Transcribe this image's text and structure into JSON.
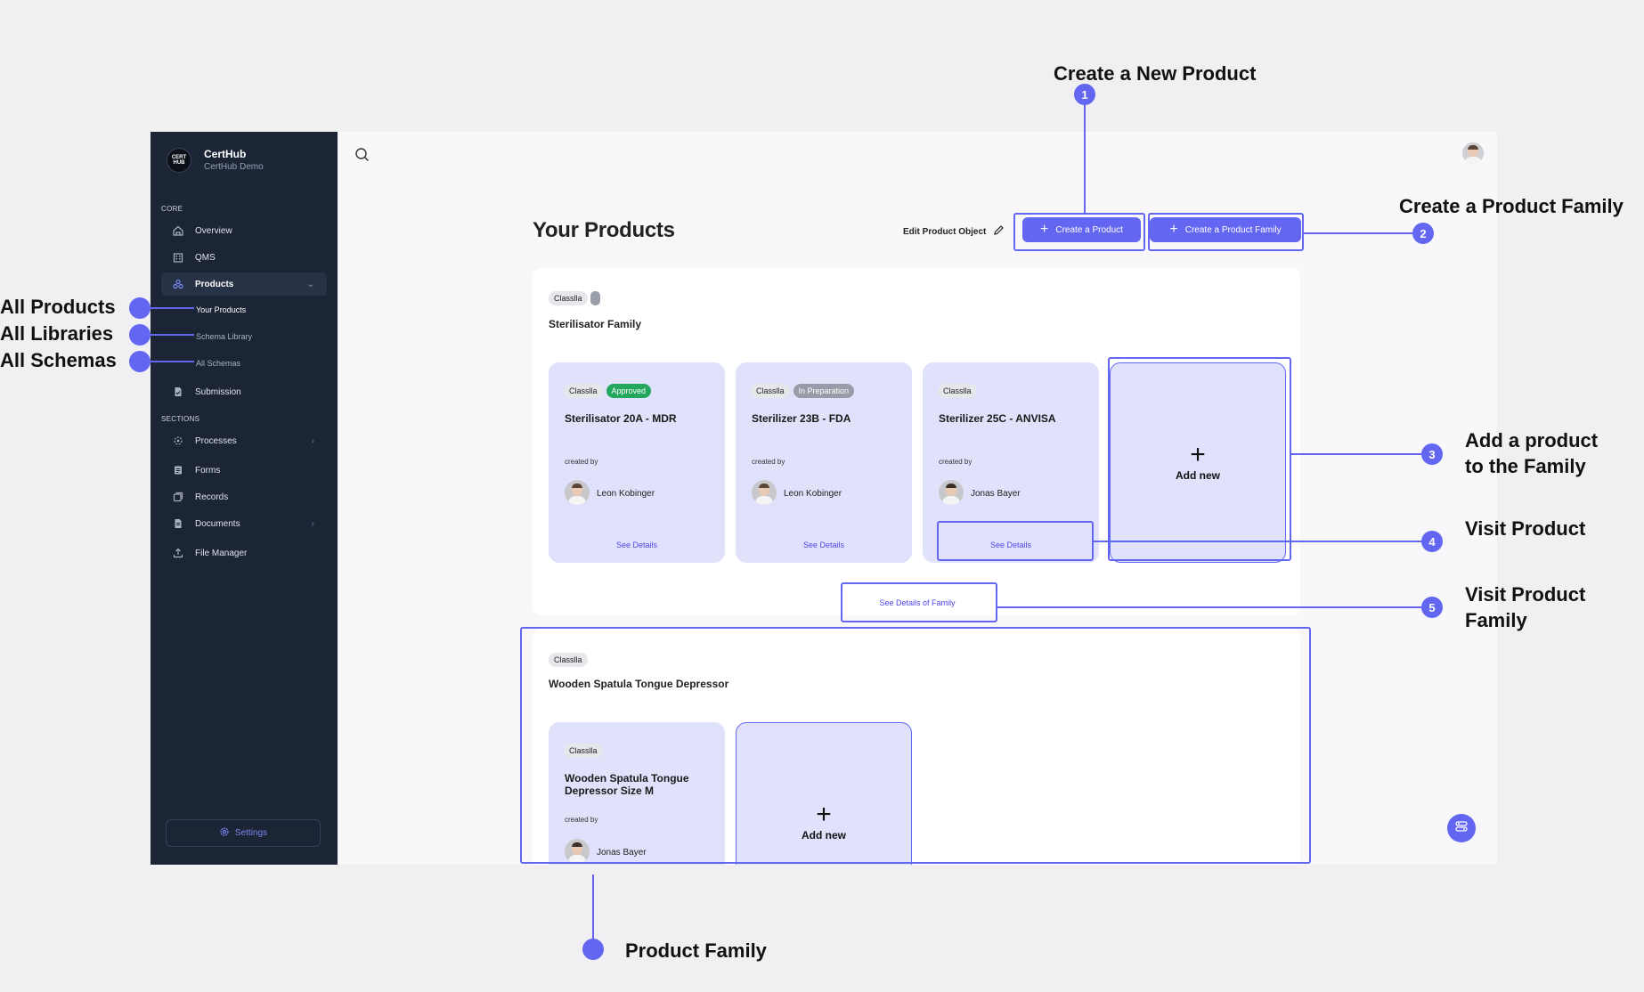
{
  "sidebar": {
    "brand": {
      "logo_text": "CERT HUB",
      "name": "CertHub",
      "subtitle": "CertHub Demo"
    },
    "core_label": "CORE",
    "core_items": [
      {
        "label": "Overview",
        "icon": "home-icon"
      },
      {
        "label": "QMS",
        "icon": "building-icon"
      },
      {
        "label": "Products",
        "icon": "products-icon"
      }
    ],
    "products_sub": [
      "Your Products",
      "Schema Library",
      "All Schemas"
    ],
    "submission": {
      "label": "Submission",
      "icon": "file-icon"
    },
    "sections_label": "SECTIONS",
    "section_items": [
      {
        "label": "Processes",
        "icon": "processes-icon"
      },
      {
        "label": "Forms",
        "icon": "forms-icon"
      },
      {
        "label": "Records",
        "icon": "records-icon"
      },
      {
        "label": "Documents",
        "icon": "documents-icon"
      },
      {
        "label": "File Manager",
        "icon": "upload-icon"
      }
    ],
    "settings_label": "Settings"
  },
  "header": {
    "title": "Your Products",
    "edit_object": "Edit Product Object",
    "create_product": "Create a Product",
    "create_family": "Create a Product Family"
  },
  "families": [
    {
      "tag": "Classlla",
      "name": "Sterilisator Family",
      "see_family": "See Details of Family",
      "products": [
        {
          "tag": "Classlla",
          "status": "Approved",
          "name": "Sterilisator 20A - MDR",
          "created_label": "created by",
          "creator": "Leon Kobinger",
          "see": "See Details"
        },
        {
          "tag": "Classlla",
          "status": "In Preparation",
          "name": "Sterilizer 23B - FDA",
          "created_label": "created by",
          "creator": "Leon Kobinger",
          "see": "See Details"
        },
        {
          "tag": "Classlla",
          "status": "",
          "name": "Sterilizer 25C - ANVISA",
          "created_label": "created by",
          "creator": "Jonas Bayer",
          "see": "See Details"
        }
      ],
      "add_new": "Add new"
    },
    {
      "tag": "Classlla",
      "name": "Wooden Spatula Tongue Depressor",
      "products": [
        {
          "tag": "Classlla",
          "name": "Wooden Spatula Tongue Depressor Size M",
          "created_label": "created by",
          "creator": "Jonas Bayer"
        }
      ],
      "add_new": "Add new"
    }
  ],
  "annotations": {
    "create_product": "Create a New Product",
    "create_family": "Create a Product Family",
    "add_to_family": [
      "Add a product",
      "to the Family"
    ],
    "visit_product": "Visit Product",
    "visit_family": [
      "Visit Product",
      "Family"
    ],
    "all_products": "All Products",
    "all_libraries": "All Libraries",
    "all_schemas": "All Schemas",
    "product_family": "Product Family",
    "badges": [
      "1",
      "2",
      "3",
      "4",
      "5"
    ]
  },
  "colors": {
    "accent": "#6366f1",
    "sidebar": "#1c2536",
    "card": "#e0e1fb",
    "approved": "#22a75c"
  }
}
